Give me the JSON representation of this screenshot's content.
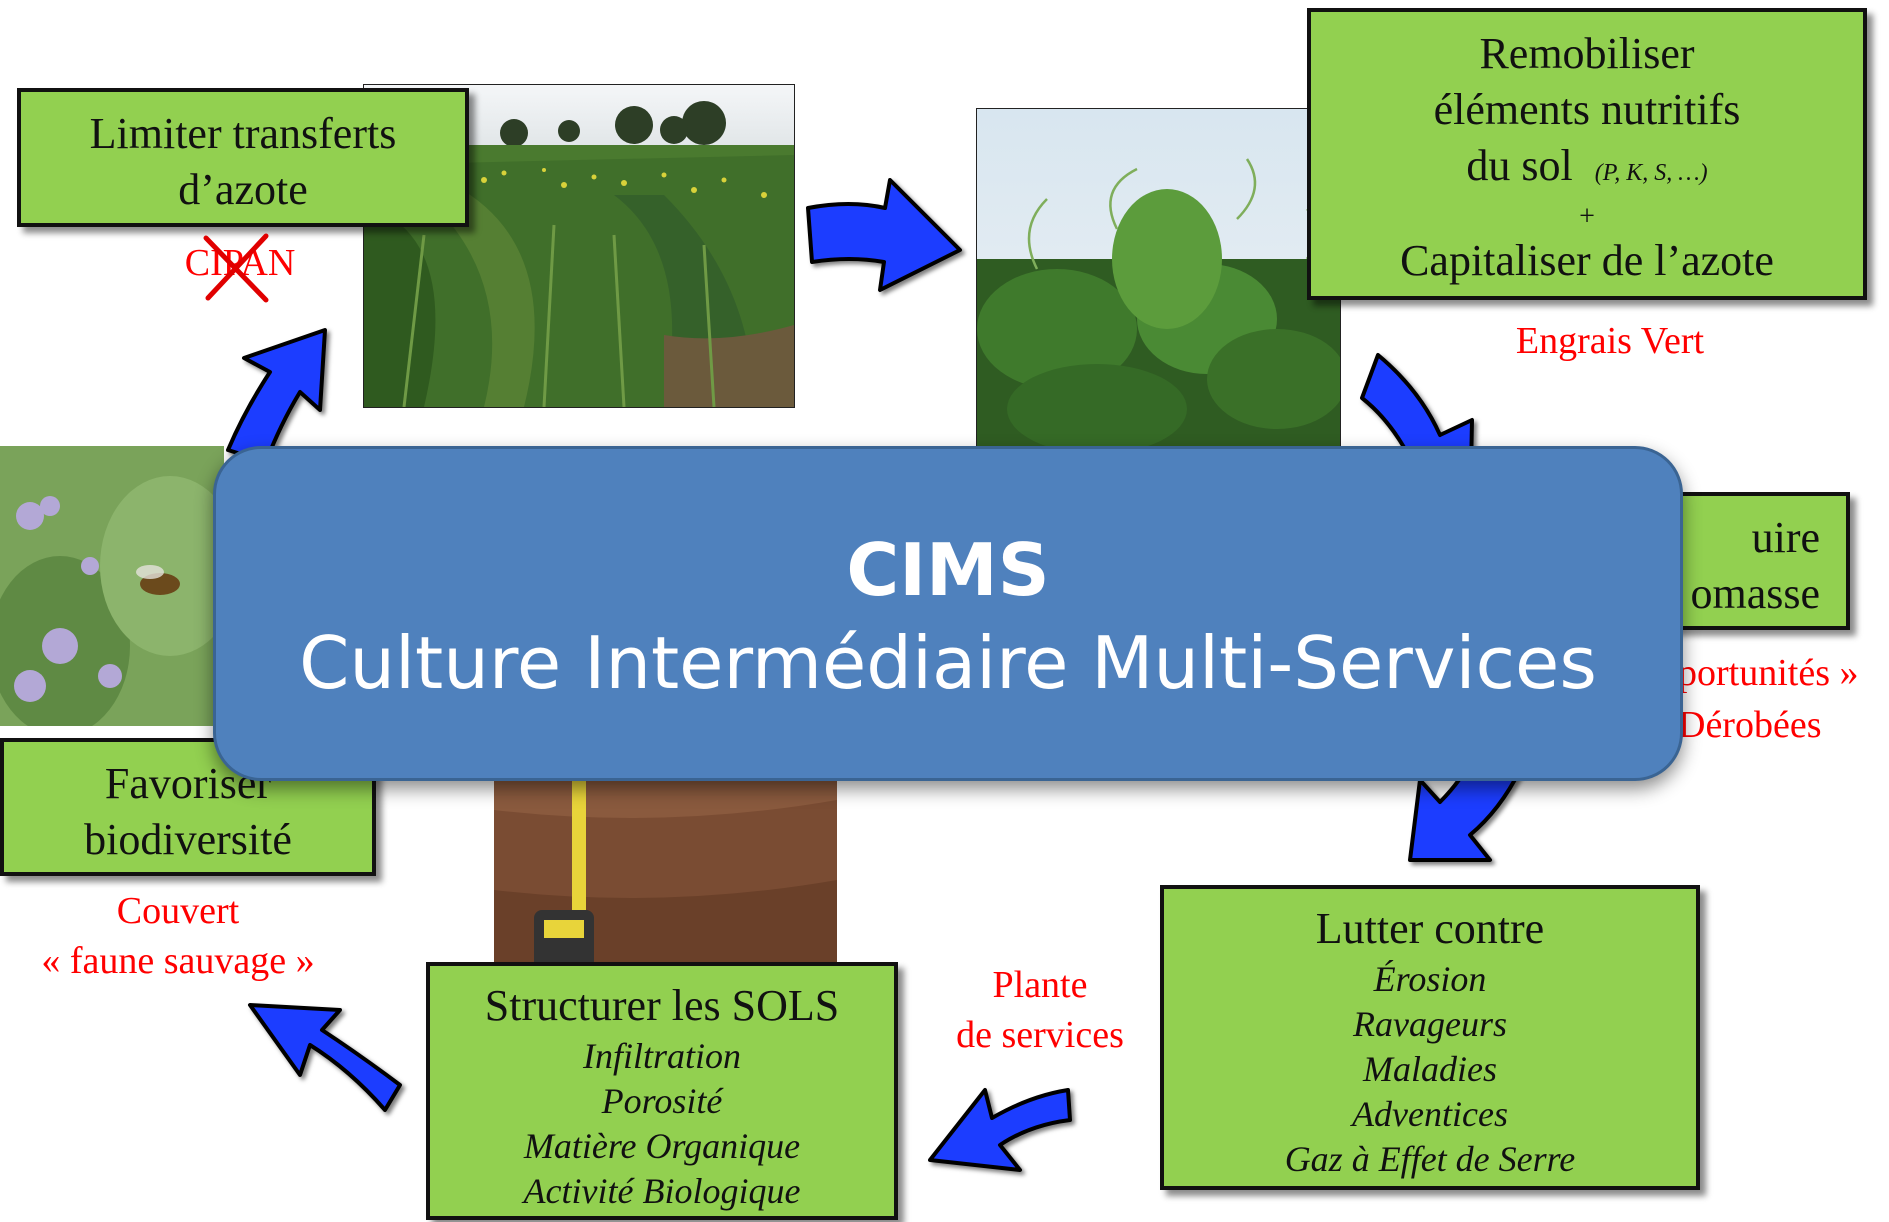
{
  "center": {
    "title": "CIMS",
    "subtitle": "Culture Intermédiaire Multi-Services"
  },
  "boxes": {
    "azote": {
      "line1": "Limiter transferts",
      "line2": "d’azote"
    },
    "remobiliser": {
      "line1": "Remobiliser",
      "line2": "éléments nutritifs",
      "line3": "du sol",
      "note": "(P, K, S, …)",
      "plus": "+",
      "line4": "Capitaliser de l’azote"
    },
    "biomasse": {
      "line1": "uire",
      "line2": "omasse"
    },
    "lutter": {
      "title": "Lutter contre",
      "items": [
        "Érosion",
        "Ravageurs",
        "Maladies",
        "Adventices",
        "Gaz à Effet de Serre"
      ]
    },
    "sols": {
      "title": "Structurer les SOLS",
      "items": [
        "Infiltration",
        "Porosité",
        "Matière Organique",
        "Activité Biologique"
      ]
    },
    "biodiv": {
      "line1": "Favoriser",
      "line2": "biodiversité"
    }
  },
  "labels": {
    "cipan": "CIPAN",
    "engrais": "Engrais Vert",
    "opportunites": "portunités »",
    "derobees": "Dérobées",
    "plante1": "Plante",
    "plante2": "de services",
    "couvert1": "Couvert",
    "couvert2": "« faune sauvage »"
  },
  "colors": {
    "box_fill": "#92d050",
    "arrow": "#1f3cff",
    "center": "#4f81bd",
    "label": "#ff0000"
  }
}
